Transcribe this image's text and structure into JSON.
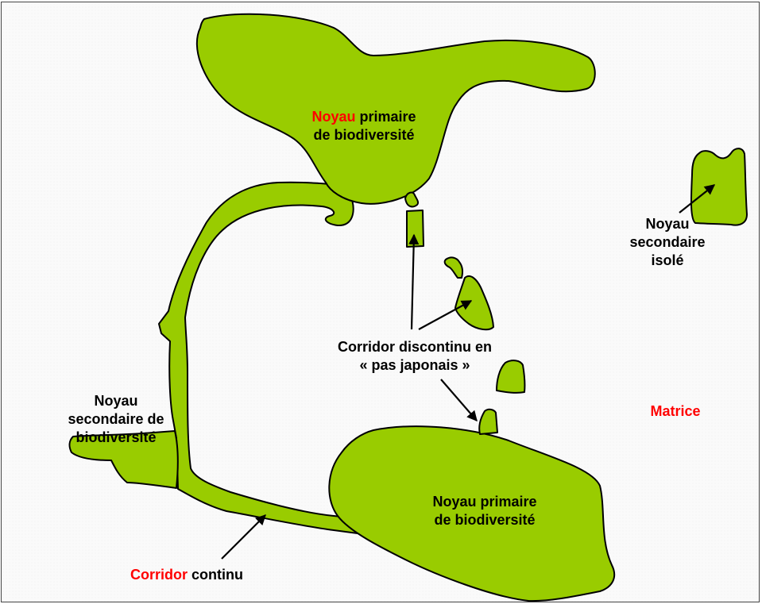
{
  "labels": {
    "core_top": {
      "keyword": "Noyau",
      "line1_rest": " primaire",
      "line2": "de biodiversité"
    },
    "core_bottom": {
      "line1": "Noyau primaire",
      "line2": "de biodiversité"
    },
    "secondary_left": {
      "line1": "Noyau",
      "line2": "secondaire de",
      "line3": "biodiversité"
    },
    "isolated": {
      "line1": "Noyau",
      "line2": "secondaire",
      "line3": "isolé"
    },
    "stepping_stones": {
      "line1": "Corridor discontinu en",
      "line2": "« pas japonais »"
    },
    "continuous_corridor": {
      "keyword": "Corridor",
      "rest": " continu"
    },
    "matrix": "Matrice"
  },
  "colors": {
    "habitat_fill": "#99cc00",
    "outline": "#000000",
    "keyword": "#ff0000",
    "background": "#fafafa"
  }
}
